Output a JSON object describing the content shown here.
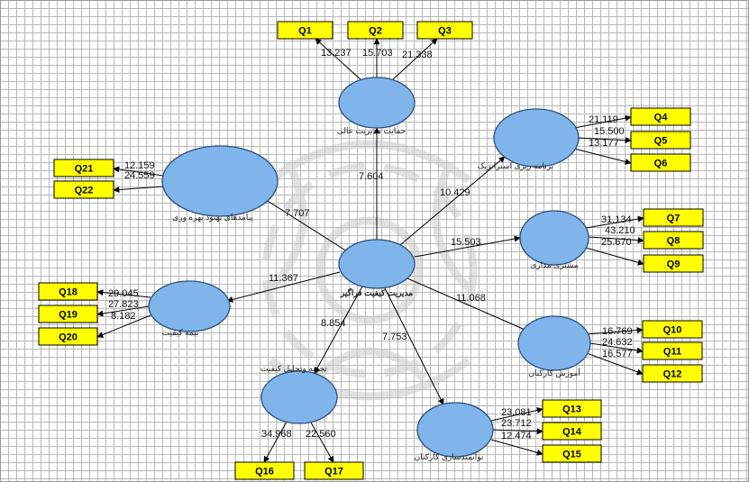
{
  "latents": [
    {
      "id": "central",
      "label": "مدیریت کیفیت فراگیر"
    },
    {
      "id": "L1",
      "label": "حمایت مدیریت عالی"
    },
    {
      "id": "L2",
      "label": "برنامه ریزی استراتژیک"
    },
    {
      "id": "L3",
      "label": "مشتری مداری"
    },
    {
      "id": "L4",
      "label": "آموزش کارکنان"
    },
    {
      "id": "L5",
      "label": "توانمندسازی کارکنان"
    },
    {
      "id": "L6",
      "label": "تجزیه وتحلیل کیفیت"
    },
    {
      "id": "L7",
      "label": "بیمه کیفیت"
    },
    {
      "id": "L8",
      "label": "پیامدهای بهبود بهره وری"
    }
  ],
  "structural_paths": [
    {
      "from": "central",
      "to": "L1",
      "coef": "7.604"
    },
    {
      "from": "central",
      "to": "L2",
      "coef": "10.429"
    },
    {
      "from": "central",
      "to": "L3",
      "coef": "15.503"
    },
    {
      "from": "central",
      "to": "L4",
      "coef": "11.068"
    },
    {
      "from": "central",
      "to": "L5",
      "coef": "7.753"
    },
    {
      "from": "central",
      "to": "L6",
      "coef": "8.854"
    },
    {
      "from": "central",
      "to": "L7",
      "coef": "11.367"
    },
    {
      "from": "central",
      "to": "L8",
      "coef": "7.707"
    }
  ],
  "indicators": [
    {
      "id": "Q1",
      "latent": "L1",
      "coef": "13.237"
    },
    {
      "id": "Q2",
      "latent": "L1",
      "coef": "15.703"
    },
    {
      "id": "Q3",
      "latent": "L1",
      "coef": "21.338"
    },
    {
      "id": "Q4",
      "latent": "L2",
      "coef": "21.119"
    },
    {
      "id": "Q5",
      "latent": "L2",
      "coef": "15.500"
    },
    {
      "id": "Q6",
      "latent": "L2",
      "coef": "13.177"
    },
    {
      "id": "Q7",
      "latent": "L3",
      "coef": "31.134"
    },
    {
      "id": "Q8",
      "latent": "L3",
      "coef": "43.210"
    },
    {
      "id": "Q9",
      "latent": "L3",
      "coef": "25.670"
    },
    {
      "id": "Q10",
      "latent": "L4",
      "coef": "16.769"
    },
    {
      "id": "Q11",
      "latent": "L4",
      "coef": "24.632"
    },
    {
      "id": "Q12",
      "latent": "L4",
      "coef": "16.577"
    },
    {
      "id": "Q13",
      "latent": "L5",
      "coef": "23.081"
    },
    {
      "id": "Q14",
      "latent": "L5",
      "coef": "23.712"
    },
    {
      "id": "Q15",
      "latent": "L5",
      "coef": "12.474"
    },
    {
      "id": "Q16",
      "latent": "L6",
      "coef": "34.968"
    },
    {
      "id": "Q17",
      "latent": "L6",
      "coef": "22.560"
    },
    {
      "id": "Q18",
      "latent": "L7",
      "coef": "29.045"
    },
    {
      "id": "Q19",
      "latent": "L7",
      "coef": "27.823"
    },
    {
      "id": "Q20",
      "latent": "L7",
      "coef": "8.182"
    },
    {
      "id": "Q21",
      "latent": "L8",
      "coef": "12.159"
    },
    {
      "id": "Q22",
      "latent": "L8",
      "coef": "24.559"
    }
  ],
  "colors": {
    "latent_fill": "#7fb5ea",
    "latent_stroke": "#2a4c7a",
    "indicator_fill": "#ffff00",
    "grid_line": "#b8b8b8",
    "watermark": "#c9c9c9"
  }
}
